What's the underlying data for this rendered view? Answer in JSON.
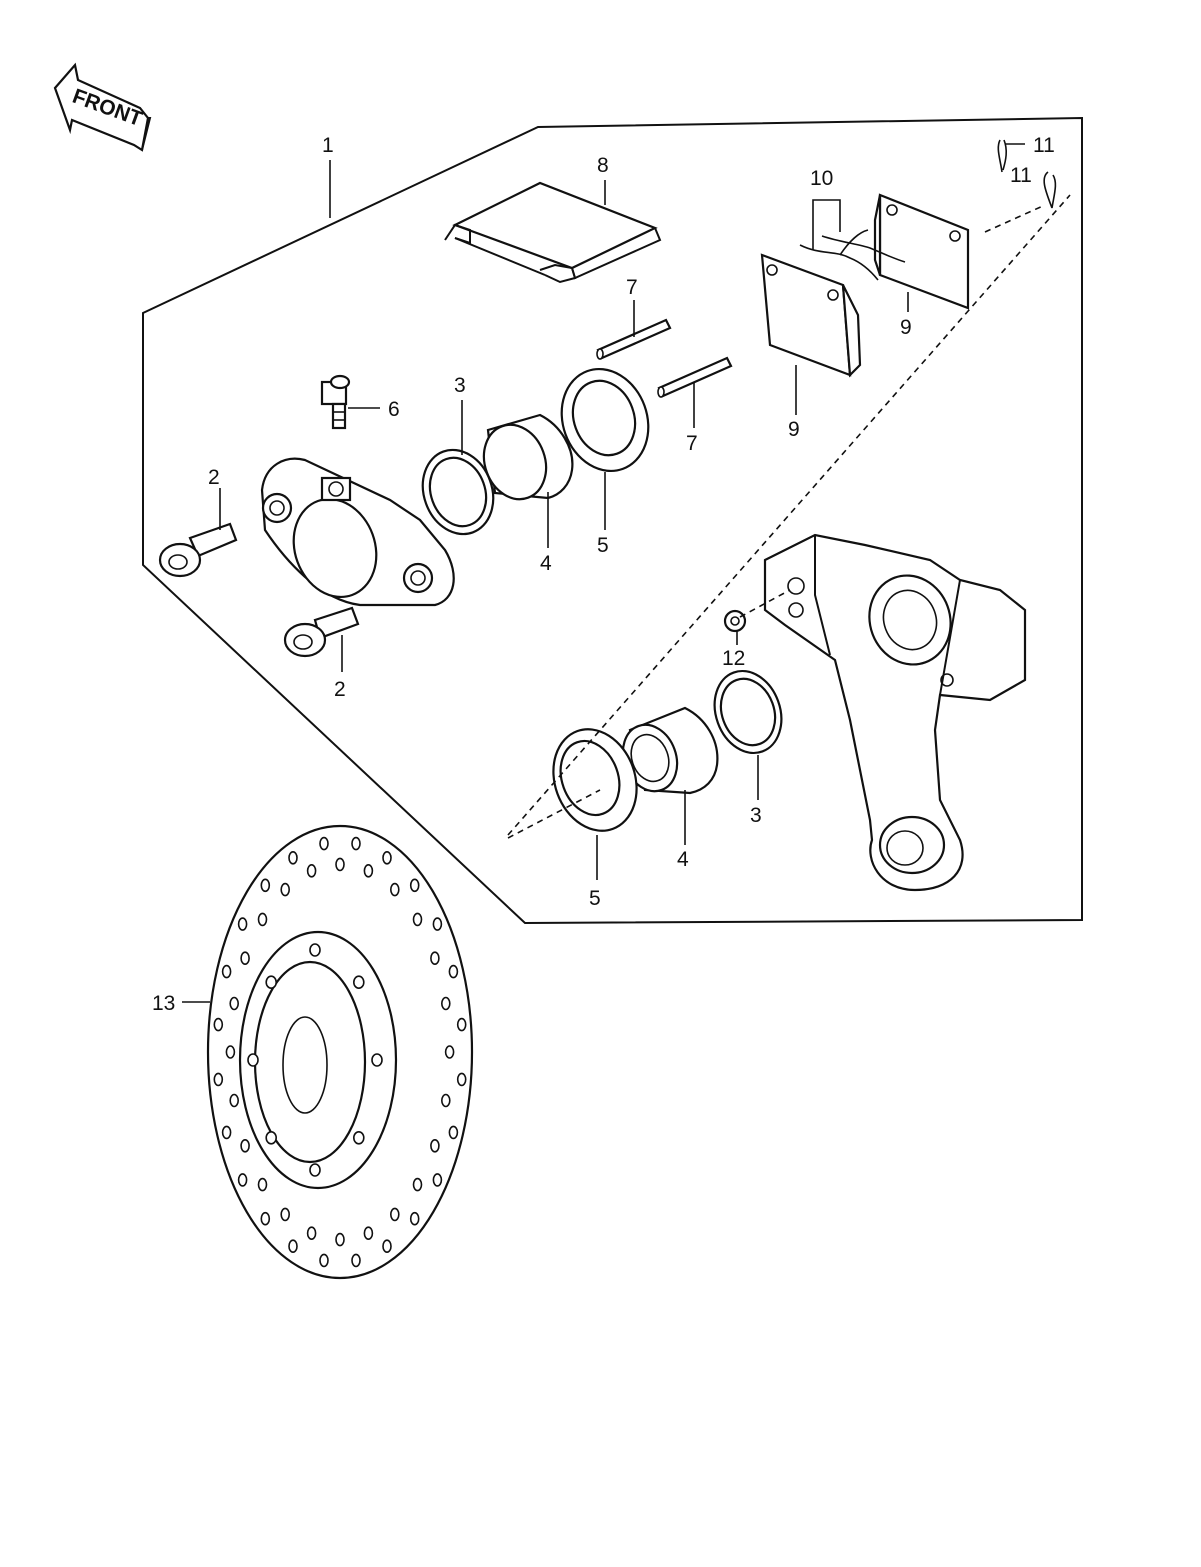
{
  "front_label": "FRONT",
  "callouts": {
    "c1": "1",
    "c2a": "2",
    "c2b": "2",
    "c3a": "3",
    "c3b": "3",
    "c4a": "4",
    "c4b": "4",
    "c5a": "5",
    "c5b": "5",
    "c6": "6",
    "c7a": "7",
    "c7b": "7",
    "c8": "8",
    "c9a": "9",
    "c9b": "9",
    "c10": "10",
    "c11a": "11",
    "c11b": "11",
    "c12": "12",
    "c13": "13"
  }
}
